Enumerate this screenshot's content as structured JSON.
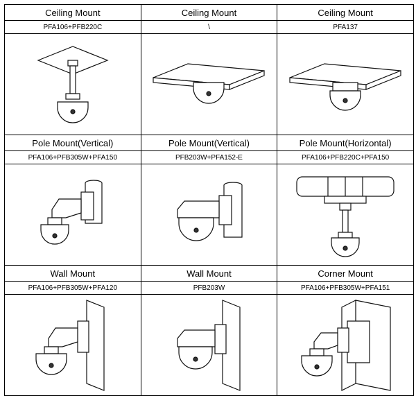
{
  "rows": [
    {
      "titles": [
        "Ceiling Mount",
        "Ceiling Mount",
        "Ceiling Mount"
      ],
      "models": [
        "PFA106+PFB220C",
        "\\",
        "PFA137"
      ],
      "images": [
        "pendant-ceiling-mount",
        "in-ceiling-dome",
        "ceiling-mount-adapter"
      ]
    },
    {
      "titles": [
        "Pole Mount(Vertical)",
        "Pole Mount(Vertical)",
        "Pole Mount(Horizontal)"
      ],
      "models": [
        "PFA106+PFB305W+PFA150",
        "PFB203W+PFA152-E",
        "PFA106+PFB220C+PFA150"
      ],
      "images": [
        "vertical-pole-mount",
        "vertical-pole-mount-short",
        "horizontal-pole-mount"
      ]
    },
    {
      "titles": [
        "Wall Mount",
        "Wall Mount",
        "Corner Mount"
      ],
      "models": [
        "PFA106+PFB305W+PFA120",
        "PFB203W",
        "PFA106+PFB305W+PFA151"
      ],
      "images": [
        "wall-mount",
        "wall-mount-short",
        "corner-mount"
      ]
    }
  ]
}
